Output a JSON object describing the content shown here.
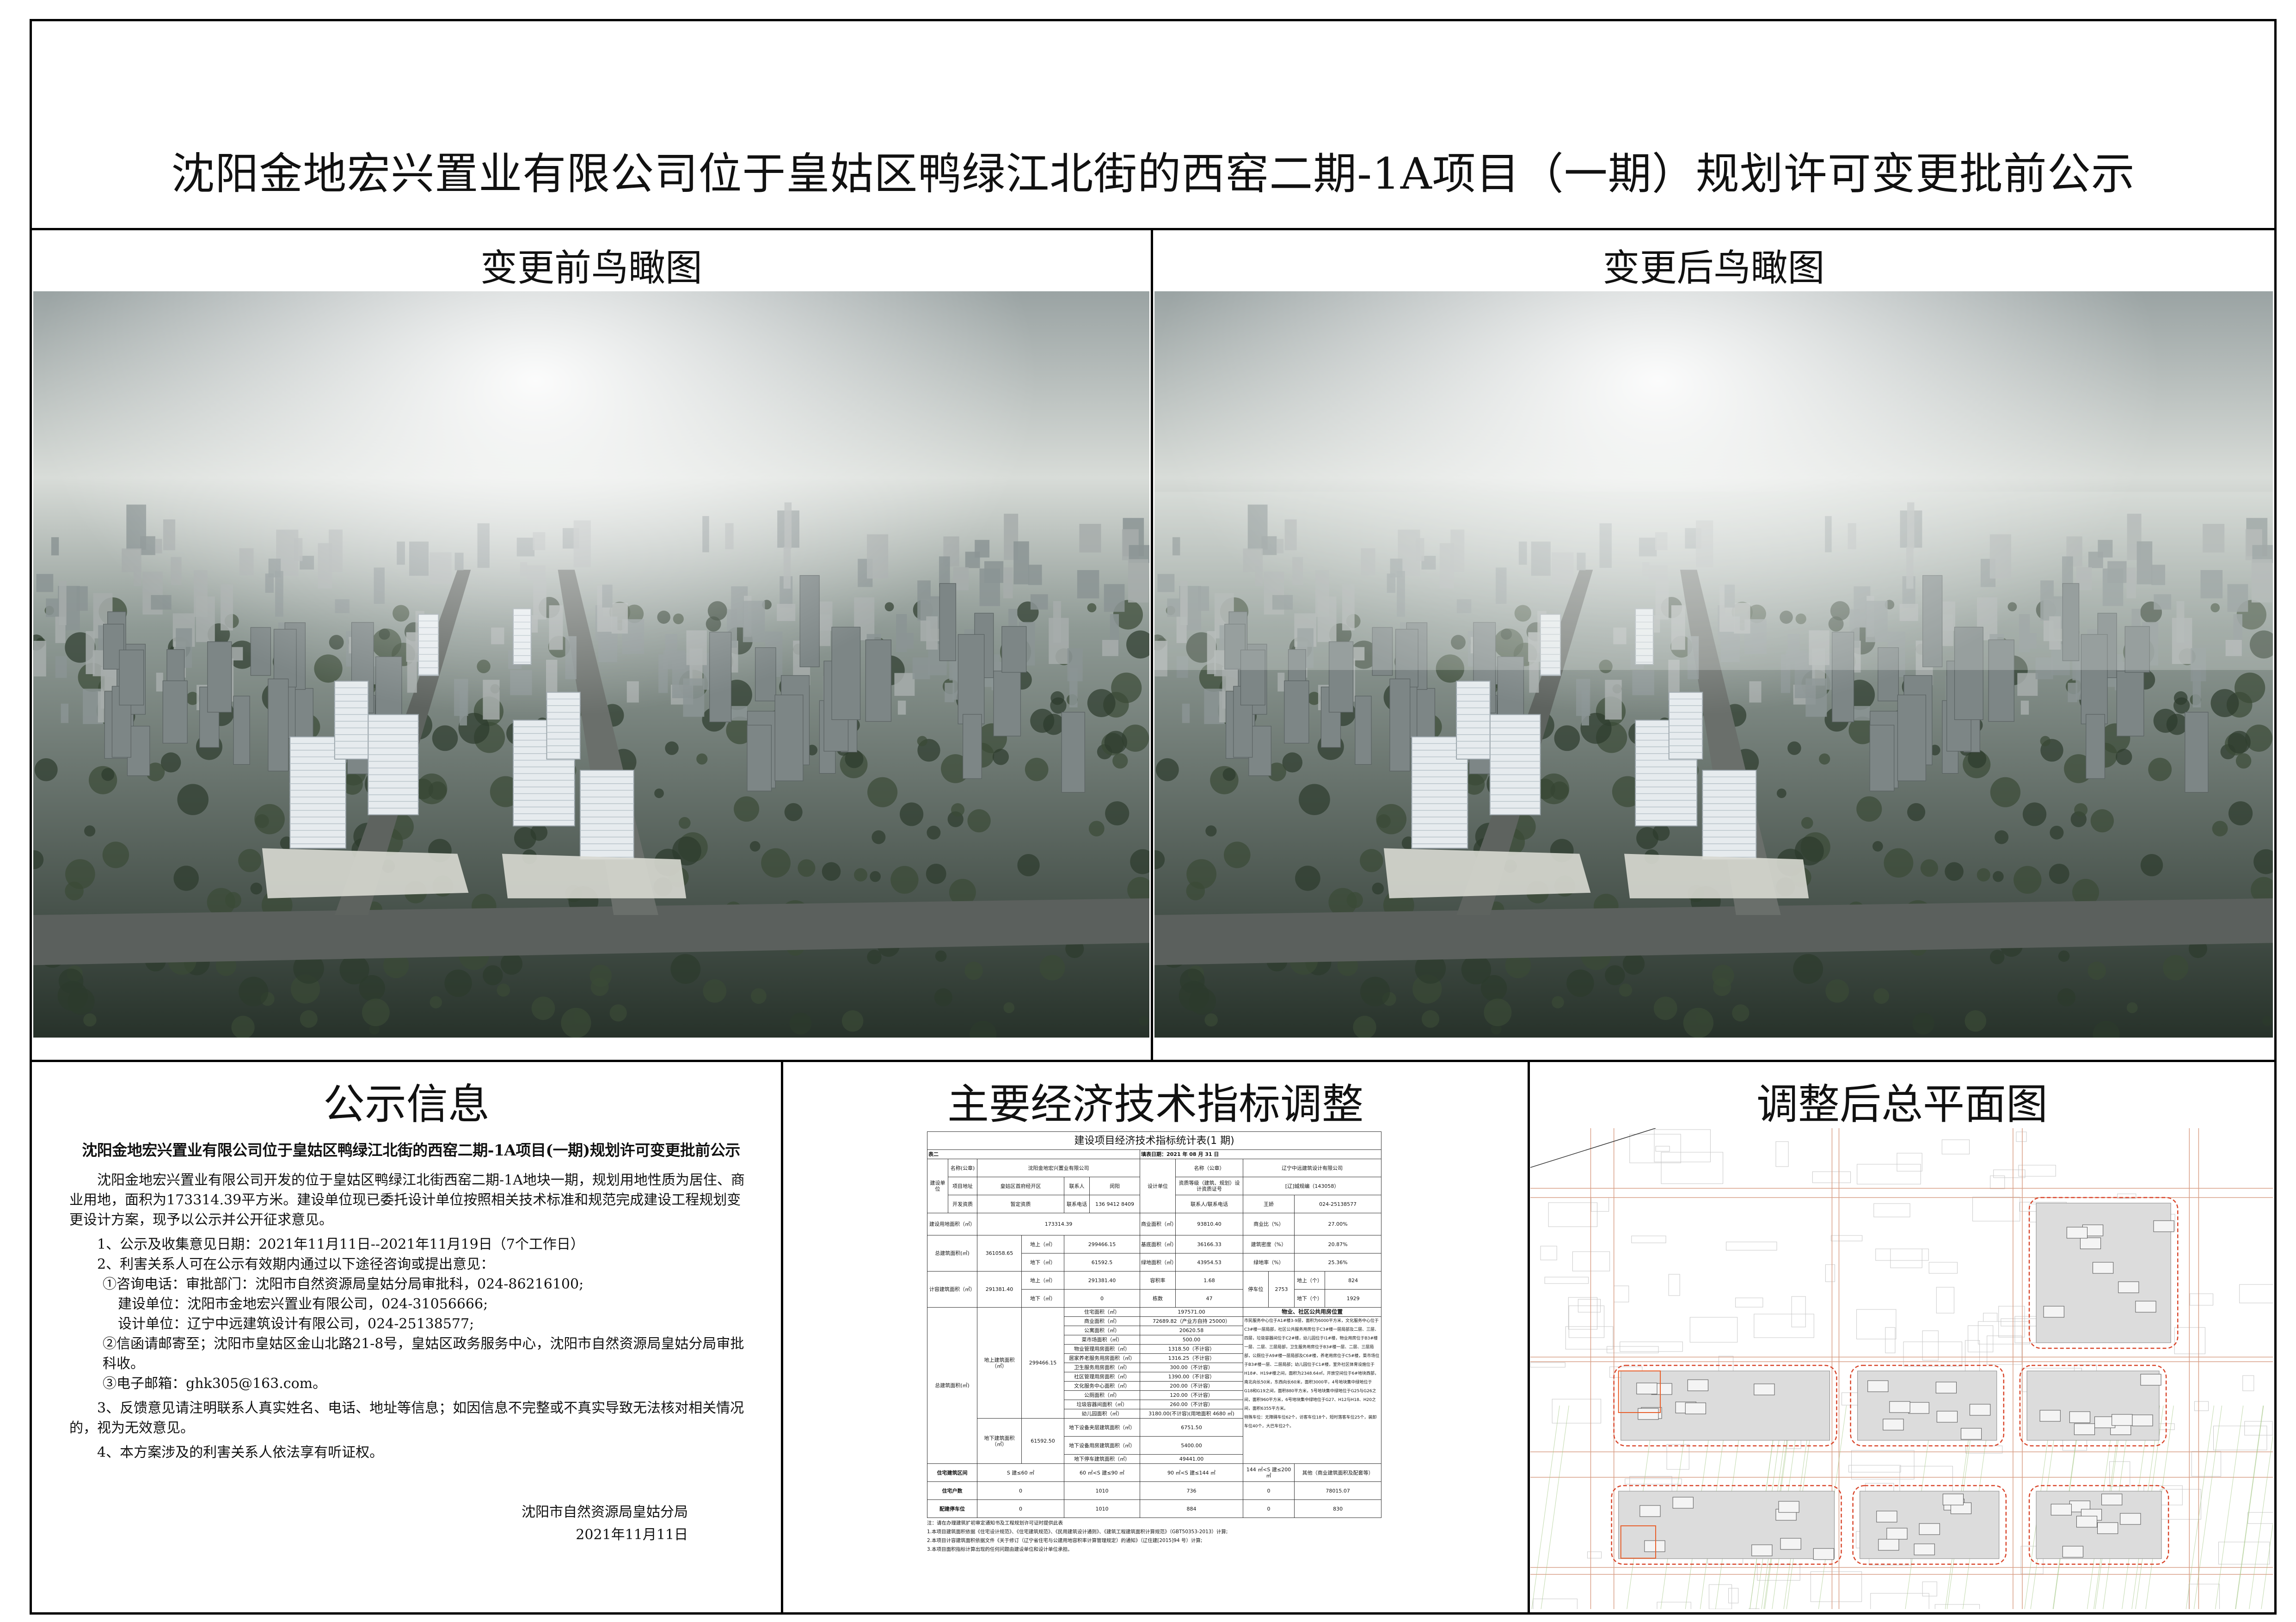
{
  "header": {
    "title": "沈阳金地宏兴置业有限公司位于皇姑区鸭绿江北街的西窑二期-1A项目（一期）规划许可变更批前公示"
  },
  "renderings": {
    "before_label": "变更前鸟瞰图",
    "after_label": "变更后鸟瞰图"
  },
  "notice": {
    "section_title": "公示信息",
    "subtitle": "沈阳金地宏兴置业有限公司位于皇姑区鸭绿江北街的西窑二期-1A项目(一期)规划许可变更批前公示",
    "intro": "沈阳金地宏兴置业有限公司开发的位于皇姑区鸭绿江北街西窑二期-1A地块一期，规划用地性质为居住、商业用地，面积为173314.39平方米。建设单位现已委托设计单位按照相关技术标准和规范完成建设工程规划变更设计方案，现予以公示并公开征求意见。",
    "item1": "1、公示及收集意见日期：2021年11月11日--2021年11月19日（7个工作日）",
    "item2": "2、利害关系人可在公示有效期内通过以下途径咨询或提出意见：",
    "contact_phone": "①咨询电话：审批部门：沈阳市自然资源局皇姑分局审批科，024-86216100;",
    "builder": "建设单位：沈阳市金地宏兴置业有限公司，024-31056666;",
    "designer": "设计单位：辽宁中远建筑设计有限公司，024-25138577;",
    "mail": "②信函请邮寄至；沈阳市皇姑区金山北路21-8号，皇姑区政务服务中心，沈阳市自然资源局皇姑分局审批科收。",
    "email": "③电子邮箱：ghk305@163.com。",
    "item3": "3、反馈意见请注明联系人真实姓名、电话、地址等信息；如因信息不完整或不真实导致无法核对相关情况的，视为无效意见。",
    "item4": "4、本方案涉及的利害关系人依法享有听证权。",
    "signature": "沈阳市自然资源局皇姑分局",
    "date": "2021年11月11日"
  },
  "indicators": {
    "section_title": "主要经济技术指标调整",
    "table_title": "建设项目经济技术指标统计表(1 期)",
    "table_no": "表二",
    "fill_date": "填表日期：2021 年 08 月 31 日",
    "builder_label": "建设单位",
    "name_label": "名称(公章)",
    "builder_name": "沈阳金地宏兴置业有限公司",
    "address_label": "项目地址",
    "address": "皇姑区首府经开区",
    "contact_label": "联系人",
    "contact": "闵阳",
    "qual_label": "开发资质",
    "qual": "暂定资质",
    "phone_label": "联系电话",
    "phone": "136 9412 8409",
    "designer_label": "设计单位",
    "designer_name_label": "名称（公章）",
    "designer_name": "辽宁中远建筑设计有限公司",
    "cert_label": "资质等级（建筑、规划）设计资质证号",
    "cert": "[辽]城规编（143058）",
    "designer_contact_label": "联系人/联系电话",
    "designer_contact": "王娇",
    "designer_phone": "024-25138577",
    "land_label": "建设用地面积（㎡）",
    "land": "173314.39",
    "comm_area_label": "商业面积（㎡）",
    "comm_area": "93810.40",
    "comm_ratio_label": "商业比（%）",
    "comm_ratio": "27.00%",
    "total_label": "总建筑面积(㎡)",
    "total": "361058.65",
    "above_label": "地上（㎡）",
    "above": "299466.15",
    "base_label": "基底面积（㎡）",
    "base": "36166.33",
    "density_label": "建筑密度（%）",
    "density": "20.87%",
    "below_label": "地下（㎡）",
    "below": "61592.5",
    "green_label": "绿地面积（㎡）",
    "green": "43954.53",
    "green_ratio_label": "绿地率（%）",
    "green_ratio": "25.36%",
    "far_area_label": "计容建筑面积（㎡）",
    "far_area": "291381.40",
    "far_above": "291381.40",
    "far_label": "容积率",
    "far": "1.68",
    "parking_label": "停车位",
    "parking": "2753",
    "parking_above_label": "地上（个）",
    "parking_above": "824",
    "far_below": "0",
    "bldg_count_label": "栋数",
    "bldg_count": "47",
    "parking_below_label": "地下（个）",
    "parking_below": "1929",
    "above_total_label": "地上建筑面积（㎡）",
    "above_total": "299466.15",
    "details": [
      {
        "label": "住宅面积（㎡）",
        "value": "197571.00"
      },
      {
        "label": "商业面积（㎡）",
        "value": "72689.82（产业方自持 25000）"
      },
      {
        "label": "公寓面积（㎡）",
        "value": "20620.58"
      },
      {
        "label": "菜市场面积（㎡）",
        "value": "500.00"
      },
      {
        "label": "物业管理用房面积（㎡）",
        "value": "1318.50（不计容）"
      },
      {
        "label": "居家养老服务用房面积（㎡）",
        "value": "1316.25（不计容）"
      },
      {
        "label": "卫生服务用房面积（㎡）",
        "value": "300.00（不计容）"
      },
      {
        "label": "社区管理用房面积（㎡）",
        "value": "1390.00（不计容）"
      },
      {
        "label": "文化服务中心面积（㎡）",
        "value": "200.00（不计容）"
      },
      {
        "label": "公厕面积（㎡）",
        "value": "120.00（不计容）"
      },
      {
        "label": "垃圾容器间面积（㎡）",
        "value": "260.00（不计容）"
      },
      {
        "label": "幼儿园面积（㎡）",
        "value": "3180.00(不计容)(用地面积 4680 ㎡)"
      }
    ],
    "below_total_label": "地下建筑面积（㎡）",
    "below_total": "61592.50",
    "below_details": [
      {
        "label": "地下设备夹层建筑面积（㎡）",
        "value": "6751.50"
      },
      {
        "label": "地下设备用房建筑面积（㎡）",
        "value": "5400.00"
      },
      {
        "label": "地下停车建筑面积（㎡）",
        "value": "49441.00"
      }
    ],
    "location_header": "物业、社区公共用房位置",
    "location_text": "市民服务中心位于A1#楼3-9层，面积为6000平方米，文化服务中心位于C3#楼一层局部，社区公共服务用房位于C3#楼一层局部及二层、三层、四层，垃圾容器间位于C2#楼，幼儿园位于I1#楼，物业用房位于B3#楼一层、二层、三层局部，卫生服务用房位于B3#楼一层、二层、三层局部，公厕位于A9#楼一层局部及C6#楼，养老用房位于C5#楼，菜市场位于B3#楼一层、二层局部；幼儿园位于C1#楼，室外社区体育设施位于H18#、H19#楼之间，面积为2348.64㎡，开放空间位于6#地块西部，南北向长50米，东西向长60米，面积3000平，4号地块集中绿地位于G18和G19之间，面积880平方米，5号地块集中绿地位于G25与G26之间，面积960平方米，6号地块集中绿地位于G27、H12与H18、H20之间，面积6355平方米。",
    "special_parking": "特殊车位：无障碍车位62个，访客车位18个，短时落客车位25个，装卸车位40个，大巴车位2个。",
    "range_label": "住宅建筑区间",
    "ranges": [
      "S 建≤60 ㎡",
      "60 ㎡<S 建≤90 ㎡",
      "90 ㎡<S 建≤144 ㎡",
      "144 ㎡<S 建≤200 ㎡",
      "其他（商业建筑面积及配套等）"
    ],
    "households_label": "住宅户数",
    "households": [
      "0",
      "1010",
      "736",
      "0",
      "78015.07"
    ],
    "parking_alloc_label": "配建停车位",
    "parking_alloc": [
      "0",
      "1010",
      "884",
      "0",
      "830"
    ],
    "notes": [
      "注：请在办理建筑扩初审定通知书及工程规划许可证时提供此表",
      "1.本项目建筑面积依据《住宅设计规范》、《住宅建筑规范》、《民用建筑设计通则》、《建筑工程建筑面积计算规范》（GBT50353-2013）计算;",
      "2.本项目计容建筑面积依据文件《关于修订（辽宁省住宅与公建用地容积率计算管理规定）的通知》（辽住建[2015]94 号）计算;",
      "3.本项目面积指标计算出现的任何问题由建设单位和设计单位承担。"
    ]
  },
  "site_plan": {
    "section_title": "调整后总平面图"
  },
  "colors": {
    "border": "#000000",
    "plan_red": "#d9462b",
    "plan_gray": "#9a9a9a"
  }
}
